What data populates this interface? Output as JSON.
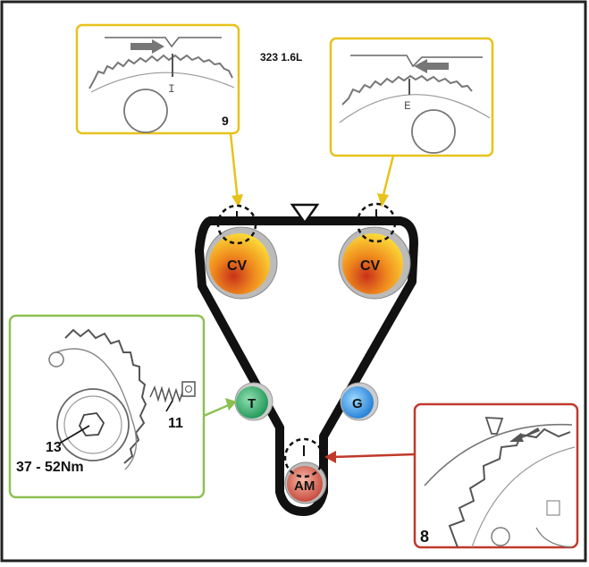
{
  "title": "323 1.6L",
  "pulleys": {
    "cam_left": "CV",
    "cam_right": "CV",
    "tensioner": "T",
    "idler": "G",
    "crank": "AM"
  },
  "callouts": {
    "left_cam_number": "9",
    "left_cam_mark": "I",
    "right_cam_mark": "E",
    "tensioner_number": "11",
    "tensioner_bolt_number": "13",
    "torque": "37 - 52Nm",
    "crank_number": "8"
  },
  "colors": {
    "cam_box": "#e8c21a",
    "tensioner_box": "#8cc152",
    "crank_box": "#c0392b",
    "belt": "#111111"
  }
}
